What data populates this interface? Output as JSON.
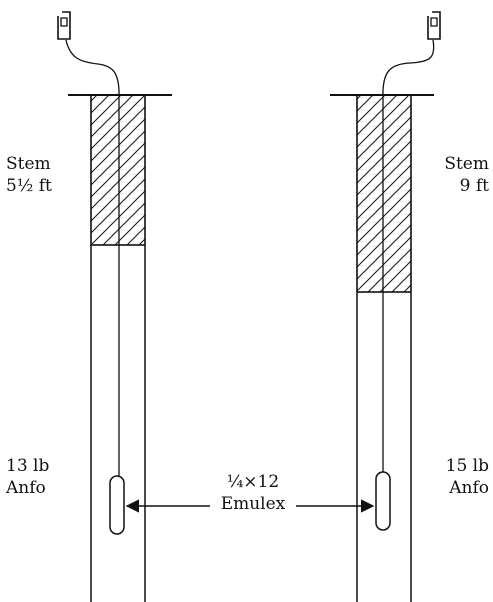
{
  "colors": {
    "line": "#111111",
    "background": "#ffffff"
  },
  "holes": [
    {
      "stem_label": "Stem",
      "stem_length": "5½ ft",
      "charge_weight": "13 lb",
      "charge_type": "Anfo"
    },
    {
      "stem_label": "Stem",
      "stem_length": "9 ft",
      "charge_weight": "15 lb",
      "charge_type": "Anfo"
    }
  ],
  "primer": {
    "size": "¼×12",
    "name": "Emulex"
  },
  "icons": [
    "detonator-cap-icon",
    "stemming-hatch-pattern"
  ]
}
